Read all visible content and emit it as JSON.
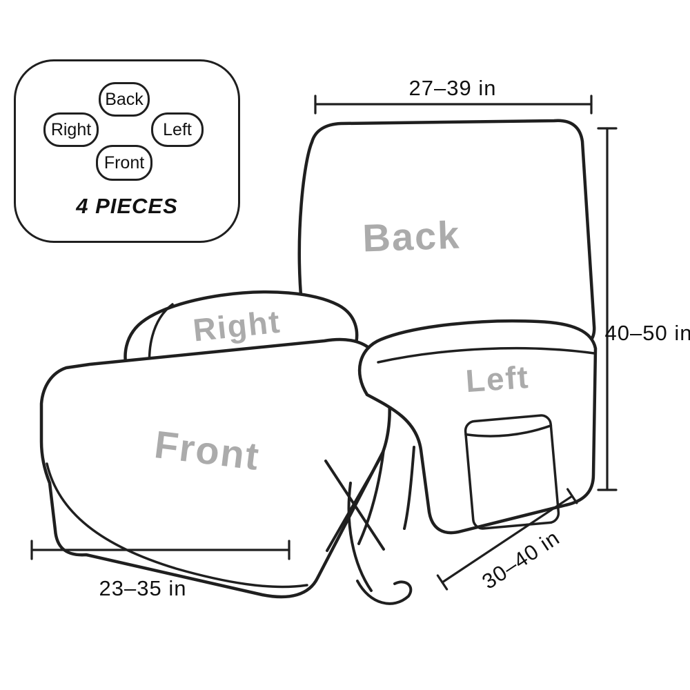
{
  "colors": {
    "outline": "#1f1f1f",
    "part_label": "#ababab",
    "dimension_text": "#111111",
    "background": "#ffffff"
  },
  "legend": {
    "pieces_label": "4 PIECES",
    "pills": [
      {
        "label": "Back"
      },
      {
        "label": "Right"
      },
      {
        "label": "Left"
      },
      {
        "label": "Front"
      }
    ]
  },
  "chair": {
    "back_label": "Back",
    "right_label": "Right",
    "left_label": "Left",
    "front_label": "Front"
  },
  "dimensions": {
    "top_width": "27–39 in",
    "side_height": "40–50 in",
    "depth": "30–40 in",
    "footrest": "23–35 in"
  }
}
